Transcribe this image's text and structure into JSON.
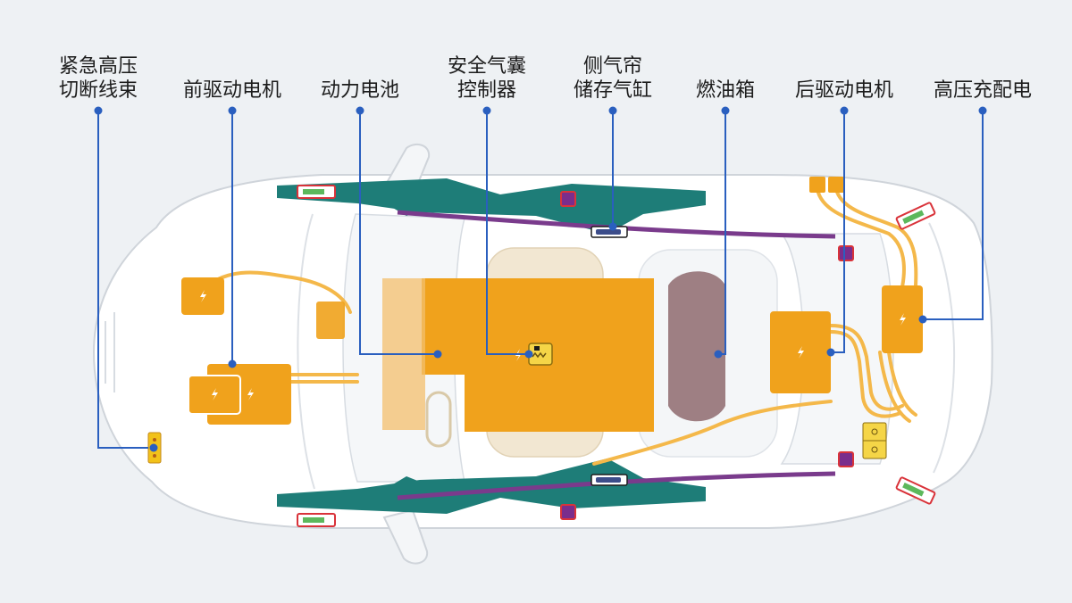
{
  "colors": {
    "background": "#eef1f4",
    "car_body": "#ffffff",
    "car_outline": "#cfd4da",
    "frame": "#1e7d78",
    "battery": "#f0a21c",
    "hv_wire": "#f4b84a",
    "fuel_tank": "#8e6a6e",
    "callout_line": "#2a5fbf",
    "callout_dot": "#2a5fbf",
    "curtain_strip": "#7a3b8c",
    "seat": "#f2e7d2",
    "cutoff_harness": "#f2c21a",
    "sensor_red": "#d9333a",
    "sensor_green": "#5cb85c"
  },
  "labels": [
    {
      "id": "hv-cutoff",
      "lines": [
        "紧急高压",
        "切断线束"
      ]
    },
    {
      "id": "front-motor",
      "lines": [
        "前驱动电机"
      ]
    },
    {
      "id": "battery",
      "lines": [
        "动力电池"
      ]
    },
    {
      "id": "airbag-controller",
      "lines": [
        "安全气囊",
        "控制器"
      ]
    },
    {
      "id": "curtain-cylinder",
      "lines": [
        "侧气帘",
        "储存气缸"
      ]
    },
    {
      "id": "fuel-tank",
      "lines": [
        "燃油箱"
      ]
    },
    {
      "id": "rear-motor",
      "lines": [
        "后驱动电机"
      ]
    },
    {
      "id": "hv-distribution",
      "lines": [
        "高压充配电"
      ]
    }
  ],
  "icons": {
    "high_voltage": "high-voltage-icon",
    "airbag_controller": "airbag-controller-icon",
    "gas_cylinder": "gas-cylinder-icon",
    "sensor": "sensor-icon",
    "cutoff_connector": "cutoff-connector-icon"
  }
}
